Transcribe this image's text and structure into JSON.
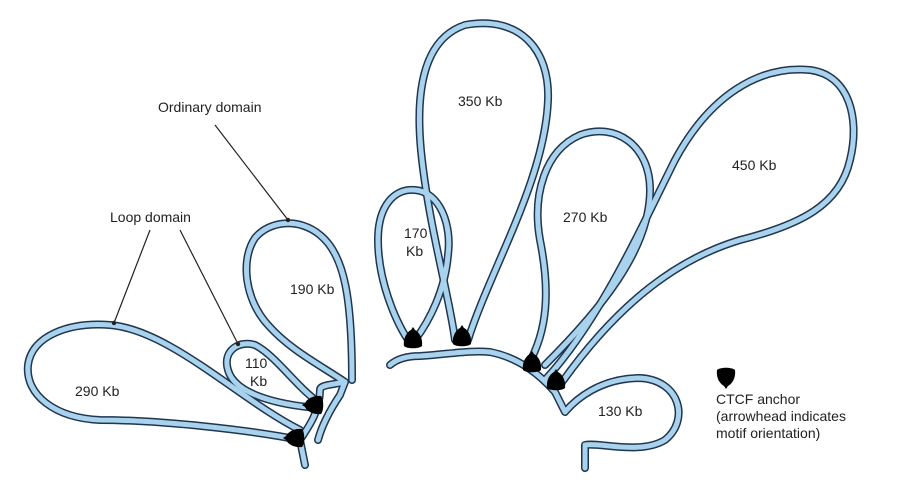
{
  "colors": {
    "chain_fill": "#a9d3ec",
    "chain_outline": "#1f3550",
    "anchor": "#e0203a",
    "text": "#222222"
  },
  "callouts": {
    "ordinary_domain": "Ordinary domain",
    "loop_domain": "Loop domain"
  },
  "loops": {
    "l290": "290 Kb",
    "l110_a": "110",
    "l110_b": "Kb",
    "l190": "190 Kb",
    "l170_a": "170",
    "l170_b": "Kb",
    "l350": "350 Kb",
    "l270": "270 Kb",
    "l450": "450 Kb",
    "l130": "130 Kb"
  },
  "legend": {
    "icon": "ctcf-anchor-icon",
    "line1": "CTCF anchor",
    "line2": "(arrowhead indicates",
    "line3": "motif orientation)"
  }
}
